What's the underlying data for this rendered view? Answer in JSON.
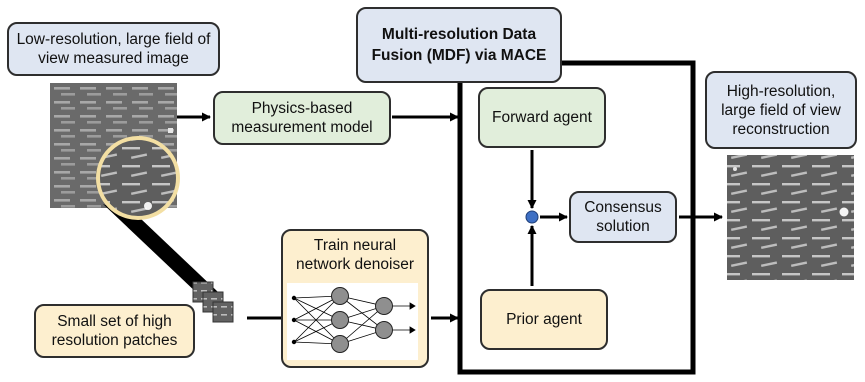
{
  "labels": {
    "low_res": "Low-resolution, large field of view measured image",
    "mdf": "Multi-resolution Data Fusion (MDF) via MACE",
    "high_res": "High-resolution, large field of view reconstruction",
    "physics": "Physics-based measurement model",
    "forward": "Forward agent",
    "consensus": "Consensus solution",
    "train": "Train neural network denoiser",
    "prior": "Prior agent",
    "small_set": "Small set of high resolution patches"
  },
  "colors": {
    "blue_box": "#dfe6f2",
    "green_box": "#e1eedb",
    "yellow_box": "#fdefcf",
    "consensus_dot": "#3d6fc4",
    "magnifier_ring": "#f3dfa3"
  }
}
